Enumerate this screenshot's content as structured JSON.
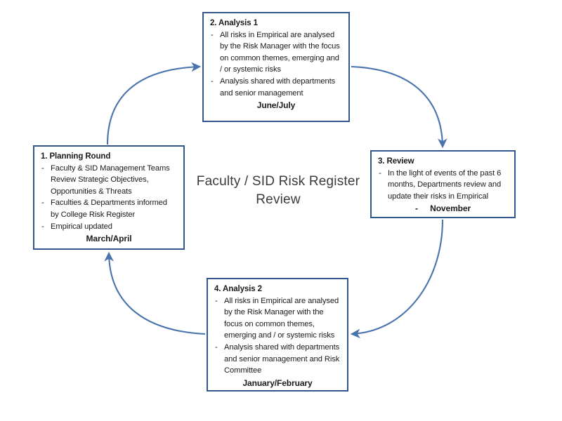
{
  "diagram": {
    "center_title_line1": "Faculty / SID Risk Register",
    "center_title_line2": "Review",
    "accent_border_color": "#33568c",
    "arrow_color": "#4a74ac",
    "background_color": "#ffffff"
  },
  "nodes": {
    "planning": {
      "title": "1. Planning Round",
      "bullets": [
        "Faculty & SID Management Teams Review Strategic Objectives, Opportunities & Threats",
        "Faculties & Departments informed by College Risk Register",
        "Empirical updated"
      ],
      "period": "March/April",
      "period_dash": ""
    },
    "analysis1": {
      "title": "2. Analysis 1",
      "bullets": [
        "All risks in Empirical are analysed by the Risk Manager with the focus on common themes, emerging and / or systemic risks",
        "Analysis shared  with departments and senior management"
      ],
      "period": "June/July",
      "period_dash": ""
    },
    "review": {
      "title": "3. Review",
      "bullets": [
        "In the light of events of the past 6 months, Departments review and update their risks in Empirical"
      ],
      "period": "November",
      "period_dash": "-"
    },
    "analysis2": {
      "title": "4. Analysis 2",
      "bullets": [
        "All risks in Empirical are analysed by the Risk Manager with the focus on common themes, emerging and / or systemic risks",
        "Analysis shared  with departments and senior management and Risk Committee"
      ],
      "period": "January/February",
      "period_dash": ""
    }
  },
  "arrows": [
    {
      "name": "arrow-planning-to-analysis1",
      "label": ""
    },
    {
      "name": "arrow-analysis1-to-review",
      "label": ""
    },
    {
      "name": "arrow-review-to-analysis2",
      "label": ""
    },
    {
      "name": "arrow-analysis2-to-planning",
      "label": ""
    }
  ],
  "bullet_marker": "-"
}
